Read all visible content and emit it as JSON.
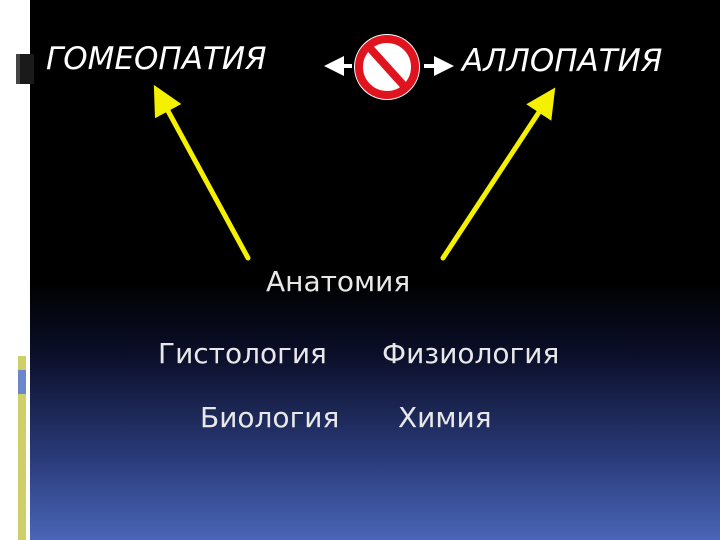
{
  "diagram": {
    "left_heading": "ГОМЕОПАТИЯ",
    "right_heading": "АЛЛОПАТИЯ",
    "center_term": "Анатомия",
    "row1": {
      "left": "Гистология",
      "right": "Физиология"
    },
    "row2": {
      "left": "Биология",
      "right": "Химия"
    },
    "prohibition_icon": "no-entry-icon"
  },
  "colors": {
    "arrow": "#f5f000",
    "prohibition_ring": "#e0141e",
    "text": "#ffffff"
  }
}
